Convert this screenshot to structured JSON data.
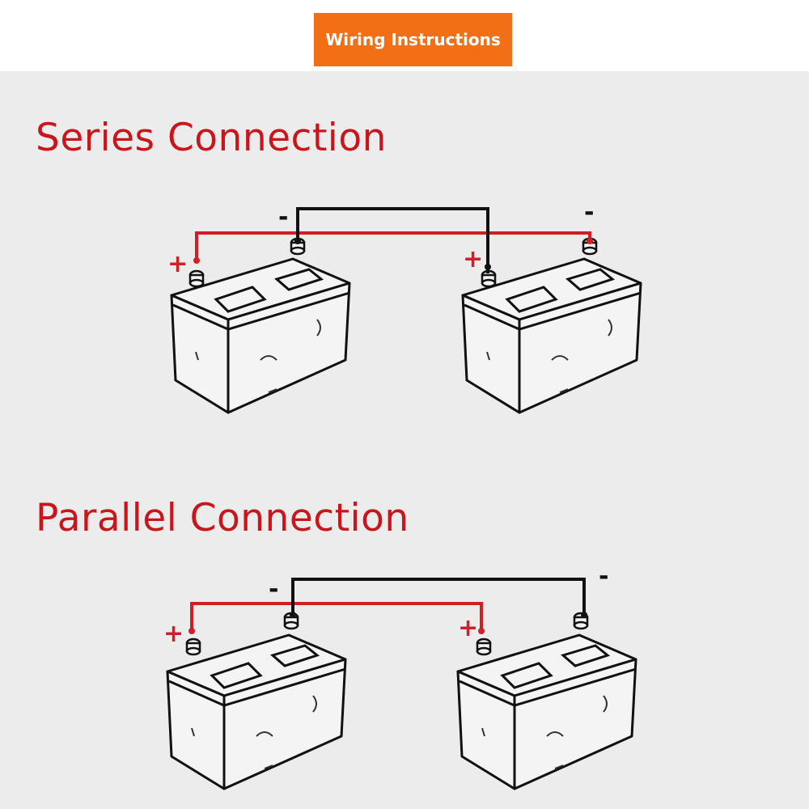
{
  "header": {
    "title": "Wiring Instructions"
  },
  "sections": [
    {
      "title": "Series Connection",
      "plus_sign": "+",
      "minus_sign": "-"
    },
    {
      "title": "Parallel Connection",
      "plus_sign": "+",
      "minus_sign": "-"
    }
  ],
  "colors": {
    "accent": "#f36f16",
    "title_red": "#c8161d",
    "positive_wire": "#d01f26",
    "negative_wire": "#111111",
    "background": "#ececec"
  },
  "icons": [
    "battery-icon",
    "terminal-icon",
    "wire-line"
  ]
}
